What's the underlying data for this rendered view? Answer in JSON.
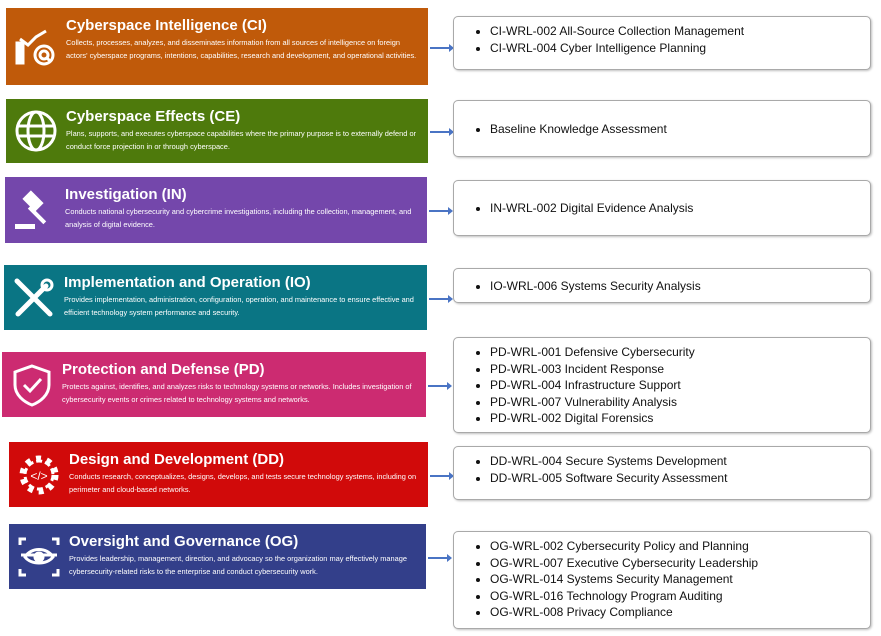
{
  "categories": [
    {
      "title": "Cyberspace Intelligence (CI)",
      "description": "Collects, processes, analyzes, and disseminates information from all sources of intelligence on foreign actors' cyberspace programs, intentions, capabilities, research and development, and operational activities.",
      "color": "#c05a0a",
      "icon": "analytics-search-icon",
      "roles": [
        "CI-WRL-002 All-Source Collection Management",
        "CI-WRL-004 Cyber Intelligence Planning"
      ]
    },
    {
      "title": "Cyberspace Effects (CE)",
      "description": "Plans, supports, and executes cyberspace capabilities where the primary purpose is to externally defend or conduct force projection in or through cyberspace.",
      "color": "#4e7a0c",
      "icon": "globe-icon",
      "roles": [
        "Baseline Knowledge Assessment"
      ]
    },
    {
      "title": "Investigation (IN)",
      "description": "Conducts national cybersecurity and cybercrime investigations, including the collection, management, and analysis of digital evidence.",
      "color": "#7447ab",
      "icon": "gavel-icon",
      "roles": [
        "IN-WRL-002 Digital Evidence Analysis"
      ]
    },
    {
      "title": "Implementation and Operation (IO)",
      "description": "Provides implementation, administration, configuration, operation, and maintenance to ensure effective and efficient technology system performance and security.",
      "color": "#0a7584",
      "icon": "tools-icon",
      "roles": [
        "IO-WRL-006 Systems Security Analysis"
      ]
    },
    {
      "title": "Protection and Defense (PD)",
      "description": "Protects against, identifies, and analyzes risks to technology systems or networks. Includes investigation of cybersecurity events or crimes related to technology systems and networks.",
      "color": "#cc2b71",
      "icon": "shield-check-icon",
      "roles": [
        "PD-WRL-001 Defensive Cybersecurity",
        "PD-WRL-003 Incident Response",
        "PD-WRL-004 Infrastructure Support",
        "PD-WRL-007 Vulnerability Analysis",
        "PD-WRL-002 Digital Forensics"
      ]
    },
    {
      "title": "Design and Development (DD)",
      "description": "Conducts research, conceptualizes, designs, develops, and tests secure technology systems, including on perimeter and cloud-based networks.",
      "color": "#d10a0a",
      "icon": "gear-code-icon",
      "roles": [
        "DD-WRL-004 Secure Systems Development",
        "DD-WRL-005 Software Security Assessment"
      ]
    },
    {
      "title": "Oversight and Governance (OG)",
      "description": "Provides leadership, management, direction, and advocacy so the organization may effectively manage cybersecurity-related risks to the enterprise and conduct cybersecurity work.",
      "color": "#333f8a",
      "icon": "eye-focus-icon",
      "roles": [
        "OG-WRL-002 Cybersecurity Policy and Planning",
        "OG-WRL-007 Executive Cybersecurity Leadership",
        "OG-WRL-014 Systems Security Management",
        "OG-WRL-016 Technology Program Auditing",
        "OG-WRL-008 Privacy Compliance"
      ]
    }
  ]
}
